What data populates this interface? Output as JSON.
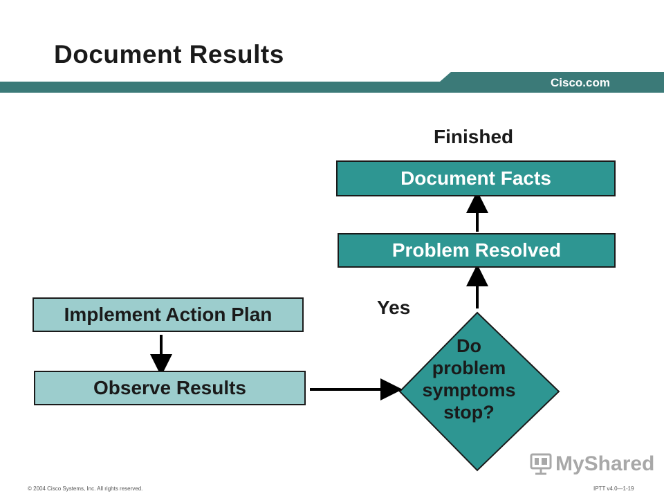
{
  "header": {
    "title": "Document Results",
    "brand": "Cisco.com"
  },
  "diagram": {
    "finished_label": "Finished",
    "yes_label": "Yes",
    "nodes": {
      "document_facts": "Document Facts",
      "problem_resolved": "Problem Resolved",
      "implement_action_plan": "Implement Action Plan",
      "observe_results": "Observe Results",
      "decision": [
        "Do",
        "problem",
        "symptoms",
        "stop?"
      ]
    }
  },
  "footer": {
    "copyright": "© 2004 Cisco Systems, Inc. All rights reserved.",
    "course_code": "IPTT v4.0—1-19",
    "logo_text": "MyShared"
  },
  "colors": {
    "brand_bar": "#3b7a78",
    "box_dark": "#2e9692",
    "box_light": "#9ccdcd"
  }
}
